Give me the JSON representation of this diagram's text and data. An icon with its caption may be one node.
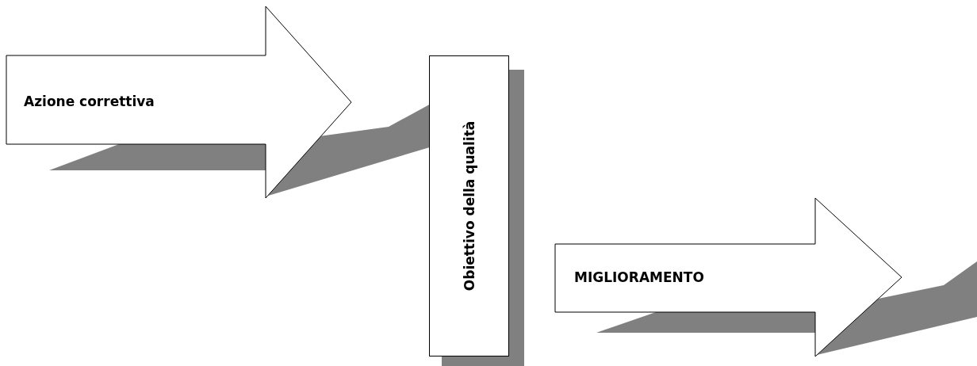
{
  "diagram": {
    "nodes": [
      {
        "text": [
          "Azione correttiva"
        ]
      },
      {
        "text": [
          "Obiettivo della qualità"
        ]
      },
      {
        "text": [
          "MIGLIORAMENTO"
        ]
      }
    ]
  }
}
